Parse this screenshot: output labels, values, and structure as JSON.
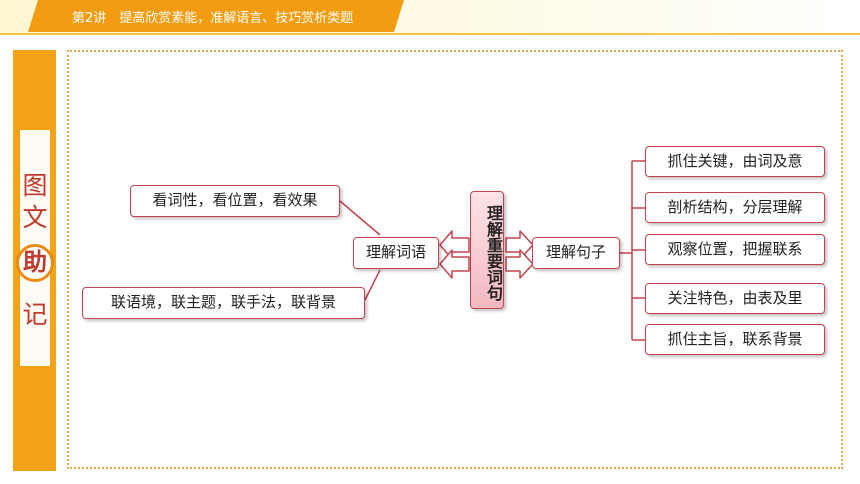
{
  "header": {
    "title": "第2讲　提高欣赏素能，准解语言、技巧赏析类题"
  },
  "side_label": {
    "chars": [
      "图",
      "文",
      "助",
      "记"
    ]
  },
  "diagram": {
    "center": "理解重要词句",
    "left_branch": {
      "label": "理解词语",
      "leaves": [
        "看词性，看位置，看效果",
        "联语境，联主题，联手法，联背景"
      ]
    },
    "right_branch": {
      "label": "理解句子",
      "leaves": [
        "抓住关键，由词及意",
        "剖析结构，分层理解",
        "观察位置，把握联系",
        "关注特色，由表及里",
        "抓住主旨，联系背景"
      ]
    }
  }
}
